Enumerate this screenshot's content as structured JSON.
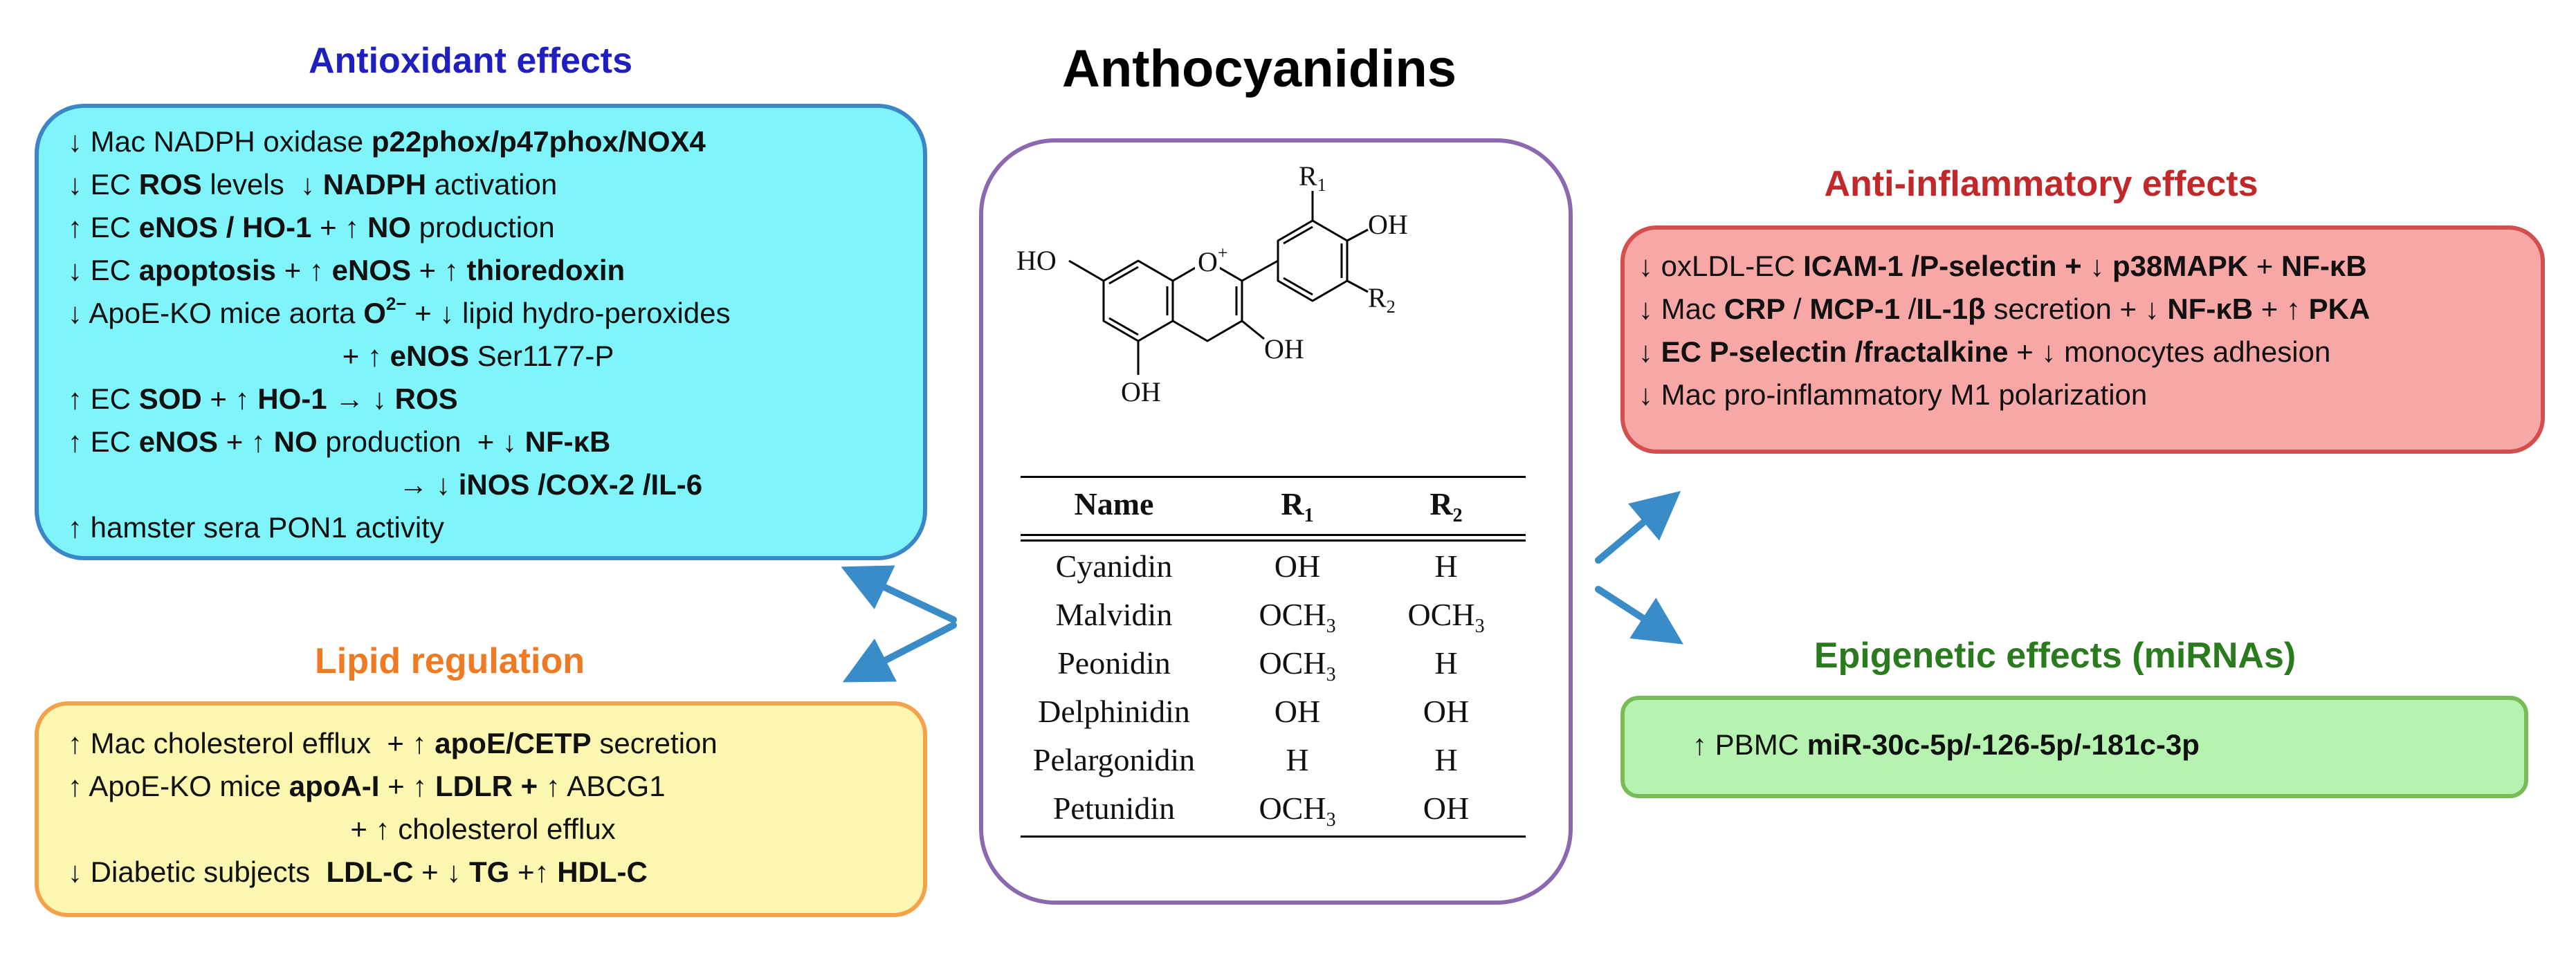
{
  "title": "Anthocyanidins",
  "antioxidant": {
    "title": "Antioxidant effects",
    "lines": [
      "↓ Mac NADPH oxidase <b>p22phox/p47phox/NOX4</b>",
      "↓ EC <b>ROS</b> levels  ↓ <b>NADPH</b> activation",
      "↑ EC <b>eNOS / HO-1</b> + ↑ <b>NO</b> production",
      "↓ EC <b>apoptosis</b> + ↑ <b>eNOS</b> + ↑ <b>thioredoxin</b>",
      "↓ ApoE-KO mice aorta <b>O<sup>2−</sup></b> + ↓ lipid hydro-peroxides",
      "                                  + ↑ <b>eNOS</b> Ser1177-P",
      "↑ EC <b>SOD</b> + ↑ <b>HO-1</b> → ↓ <b>ROS</b>",
      "↑ EC <b>eNOS</b> + ↑ <b>NO</b> production  + ↓ <b>NF-κB</b>",
      "                                         → ↓ <b>iNOS /COX-2 /IL-6</b>",
      "↑ hamster sera PON1 activity"
    ]
  },
  "lipid": {
    "title": "Lipid regulation",
    "lines": [
      "↑ Mac cholesterol efflux  + ↑ <b>apoE/CETP</b> secretion",
      "↑ ApoE-KO mice <b>apoA-I</b> + ↑ <b>LDLR +</b> ↑ ABCG1",
      "                                   + ↑ cholesterol efflux",
      "↓ Diabetic subjects  <b>LDL-C</b> + ↓ <b>TG</b> +↑ <b>HDL-C</b>"
    ]
  },
  "anti_inflammatory": {
    "title": "Anti-inflammatory  effects",
    "lines": [
      "↓ oxLDL-EC <b>ICAM-1 /P-selectin +</b> ↓ <b>p38MAPK</b> + <b>NF-κB</b>",
      "↓ Mac <b>CRP</b> / <b>MCP-1</b> /<b>IL-1β</b> secretion + ↓ <b>NF-κB</b> + ↑ <b>PKA</b>",
      "<b>↓ EC P-selectin /fractalkine</b> + ↓ monocytes adhesion",
      "↓ Mac pro-inflammatory M1 polarization"
    ]
  },
  "epigenetic": {
    "title": "Epigenetic effects (miRNAs)",
    "lines": [
      "↑ PBMC <b>miR-30c-5p/-126-5p/-181c-3p</b>"
    ]
  },
  "structure": {
    "r1": "R",
    "r1_sub": "1",
    "r2": "R",
    "r2_sub": "2",
    "oh_top": "OH",
    "oh_right": "OH",
    "oh_bottom": "OH",
    "ho_left": "HO",
    "o_plus": "O",
    "plus": "+"
  },
  "table": {
    "headers": [
      "Name",
      "R",
      "R"
    ],
    "header_subs": [
      "",
      "1",
      "2"
    ],
    "rows": [
      {
        "name": "Cyanidin",
        "r1": "OH",
        "r2": "H"
      },
      {
        "name": "Malvidin",
        "r1": "OCH",
        "r1_sub": "3",
        "r2": "OCH",
        "r2_sub": "3"
      },
      {
        "name": "Peonidin",
        "r1": "OCH",
        "r1_sub": "3",
        "r2": "H"
      },
      {
        "name": "Delphinidin",
        "r1": "OH",
        "r2": "OH"
      },
      {
        "name": "Pelargonidin",
        "r1": "H",
        "r2": "H"
      },
      {
        "name": "Petunidin",
        "r1": "OCH",
        "r1_sub": "3",
        "r2": "OH"
      }
    ]
  },
  "colors": {
    "antioxidant_title": "#1f1fbf",
    "antioxidant_fill": "#80f4fb",
    "antioxidant_border": "#3a86c6",
    "lipid_title": "#f07a22",
    "lipid_fill": "#fbf7b0",
    "lipid_border": "#f4a24a",
    "inflam_title": "#c0282a",
    "inflam_fill": "#f8a7a7",
    "inflam_border": "#d44e4e",
    "epi_title": "#2a7a1e",
    "epi_fill": "#b6f3b0",
    "epi_border": "#79bc57",
    "center_border": "#8c68b0",
    "arrow": "#3a8cc9"
  }
}
